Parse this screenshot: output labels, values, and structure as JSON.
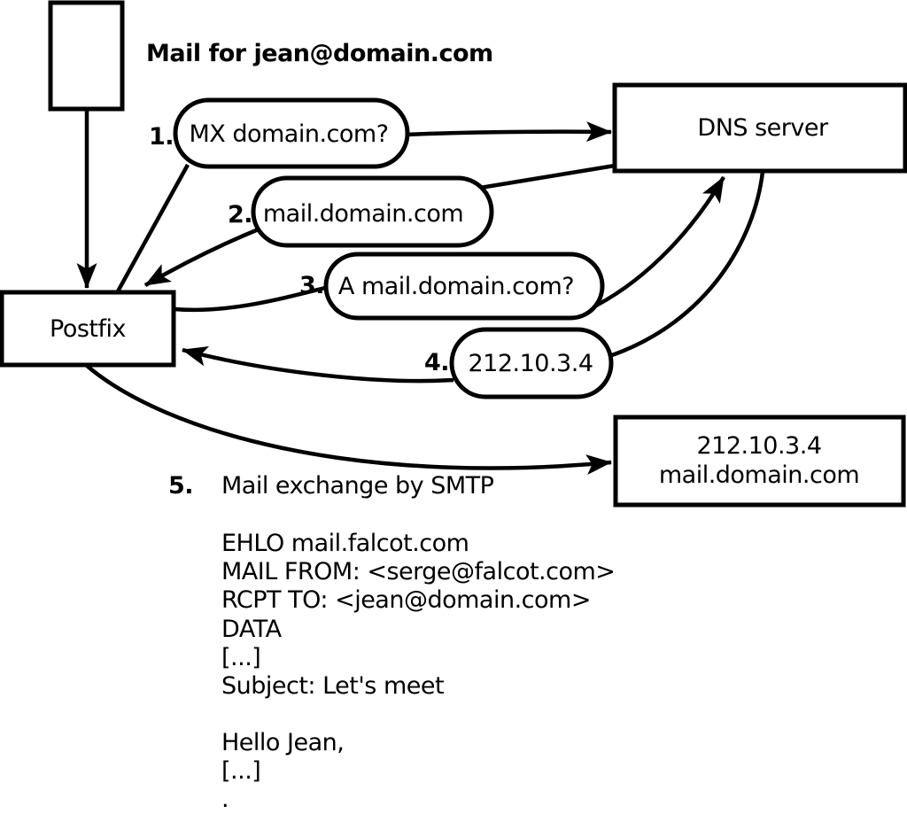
{
  "caption": "Mail for jean@domain.com",
  "nodes": {
    "postfix": "Postfix",
    "dns": "DNS server",
    "dest_ip": "212.10.3.4",
    "dest_host": "mail.domain.com"
  },
  "queries": [
    {
      "num": "1.",
      "label": "MX domain.com?"
    },
    {
      "num": "2.",
      "label": "mail.domain.com"
    },
    {
      "num": "3.",
      "label": "A mail.domain.com?"
    },
    {
      "num": "4.",
      "label": "212.10.3.4"
    }
  ],
  "step5": {
    "num": "5.",
    "label": "Mail exchange by SMTP"
  },
  "smtp_session": {
    "lines": [
      "EHLO mail.falcot.com",
      "MAIL FROM: <serge@falcot.com>",
      "RCPT TO: <jean@domain.com>",
      "DATA",
      "[...]",
      "Subject: Let's meet",
      "",
      "Hello Jean,",
      "[...]",
      "."
    ]
  },
  "colors": {
    "ink": "#000000",
    "paper": "#ffffff"
  }
}
